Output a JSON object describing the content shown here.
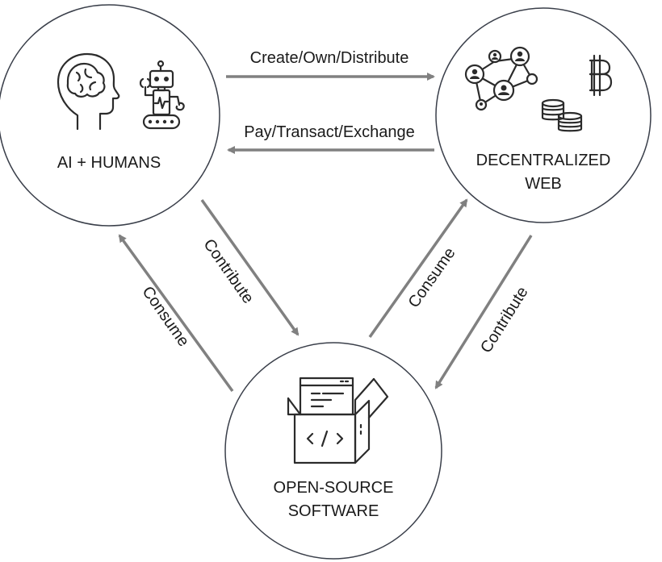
{
  "nodes": {
    "ai_humans": {
      "label": "AI + HUMANS"
    },
    "web": {
      "label_line1": "DECENTRALIZED",
      "label_line2": "WEB"
    },
    "oss": {
      "label_line1": "OPEN-SOURCE",
      "label_line2": "SOFTWARE"
    }
  },
  "edges": {
    "create_own_distribute": "Create/Own/Distribute",
    "pay_transact_exchange": "Pay/Transact/Exchange",
    "ai_contribute": "Contribute",
    "ai_consume": "Consume",
    "web_consume": "Consume",
    "web_contribute": "Contribute"
  },
  "icons": {
    "brain_head": "brain-head-icon",
    "robot": "robot-icon",
    "network": "network-icon",
    "bitcoin": "bitcoin-icon",
    "coins": "coins-icon",
    "code_box": "code-box-icon"
  },
  "colors": {
    "arrow": "#808080",
    "circle_stroke": "#3a3f4a",
    "text": "#1a1a1a"
  }
}
